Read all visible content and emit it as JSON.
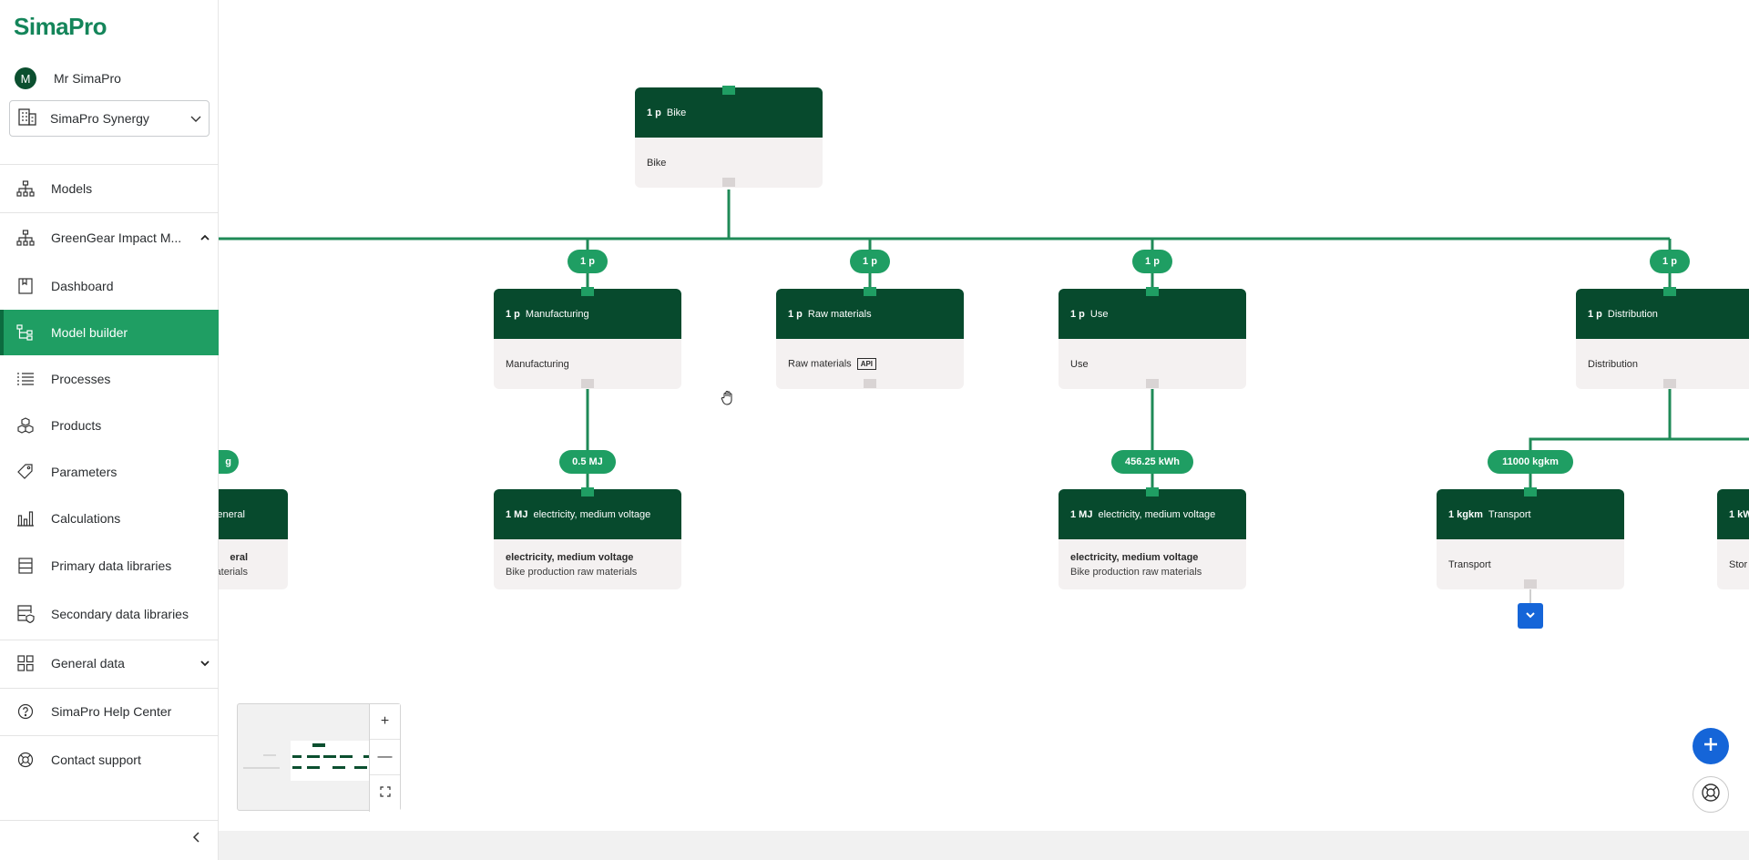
{
  "app": {
    "logo": "SimaPro"
  },
  "user": {
    "initial": "M",
    "name": "Mr SimaPro"
  },
  "org_selector": {
    "value": "SimaPro Synergy"
  },
  "nav": {
    "models": "Models",
    "project": "GreenGear Impact M...",
    "dashboard": "Dashboard",
    "model_builder": "Model builder",
    "processes": "Processes",
    "products": "Products",
    "parameters": "Parameters",
    "calculations": "Calculations",
    "primary_libs": "Primary data libraries",
    "secondary_libs": "Secondary data libraries",
    "general_data": "General data",
    "help_center": "SimaPro Help Center",
    "contact_support": "Contact support"
  },
  "nodes": {
    "bike": {
      "qty": "1 p",
      "name": "Bike",
      "body": "Bike"
    },
    "manufacturing": {
      "qty": "1 p",
      "name": "Manufacturing",
      "body": "Manufacturing"
    },
    "raw_materials": {
      "qty": "1 p",
      "name": "Raw materials",
      "body": "Raw materials",
      "tag": "API"
    },
    "use": {
      "qty": "1 p",
      "name": "Use",
      "body": "Use"
    },
    "distribution": {
      "qty": "1 p",
      "name": "Distribution",
      "body": "Distribution"
    },
    "left_partial": {
      "head": ", general",
      "line1": "eral",
      "line2": " materials"
    },
    "elec_mfg": {
      "qty": "1 MJ",
      "name": "electricity, medium voltage",
      "line1": "electricity, medium voltage",
      "line2": "Bike production raw materials"
    },
    "elec_use": {
      "qty": "1 MJ",
      "name": "electricity, medium voltage",
      "line1": "electricity, medium voltage",
      "line2": "Bike production raw materials"
    },
    "transport": {
      "qty": "1 kgkm",
      "name": "Transport",
      "body": "Transport"
    },
    "right_partial": {
      "head": "1 kW",
      "body": "Stor"
    }
  },
  "edges": {
    "to_manufacturing": "1 p",
    "to_raw_materials": "1 p",
    "to_use": "1 p",
    "to_distribution": "1 p",
    "left_partial": "g",
    "to_elec_mfg": "0.5 MJ",
    "to_elec_use": "456.25 kWh",
    "to_transport": "11000 kgkm"
  },
  "minimap": {
    "zoom_in": "+",
    "zoom_out": "—"
  },
  "colors": {
    "brand": "#14855a",
    "node_header": "#074a2d",
    "edge": "#1f9e63",
    "accent_blue": "#1565d8"
  }
}
